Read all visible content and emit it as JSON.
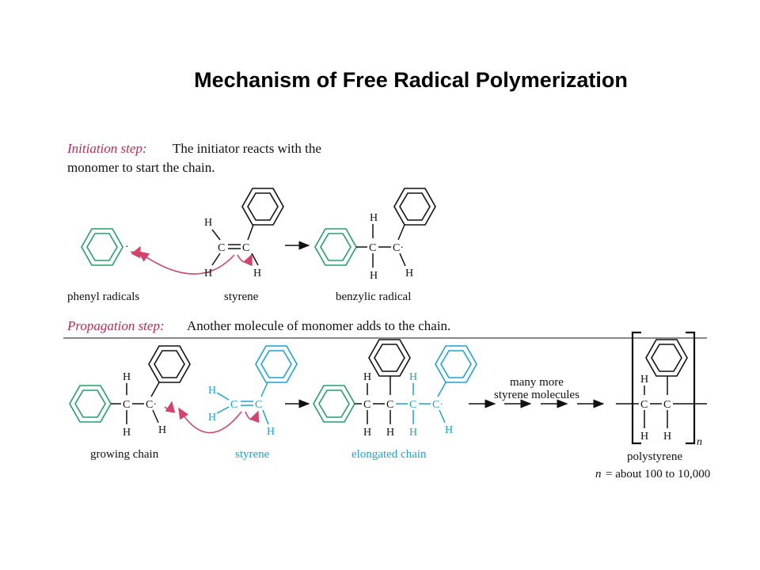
{
  "title": "Mechanism of Free Radical Polymerization",
  "colors": {
    "accent_step": "#c3284f",
    "arrow_curve": "#d2446b",
    "phenyl": "#22a06b",
    "monomer": "#1ca3d6",
    "black": "#111111"
  },
  "initiation": {
    "step_label": "Initiation step:",
    "description_line1": "The initiator reacts with the",
    "description_line2": "monomer to start the chain.",
    "labels": {
      "phenyl_radicals": "phenyl radicals",
      "styrene": "styrene",
      "benzylic_radical": "benzylic radical"
    }
  },
  "propagation": {
    "step_label": "Propagation step:",
    "description": "Another molecule of monomer adds to the chain.",
    "labels": {
      "growing_chain": "growing chain",
      "styrene": "styrene",
      "elongated_chain": "elongated chain",
      "many_more_line1": "many more",
      "many_more_line2": "styrene molecules",
      "polystyrene": "polystyrene",
      "n_var": "n",
      "n_value": "= about 100 to 10,000",
      "subscript_n": "n"
    }
  },
  "atoms": {
    "H": "H",
    "C": "C",
    "C_radical": "C·",
    "radical_dot": "·"
  }
}
